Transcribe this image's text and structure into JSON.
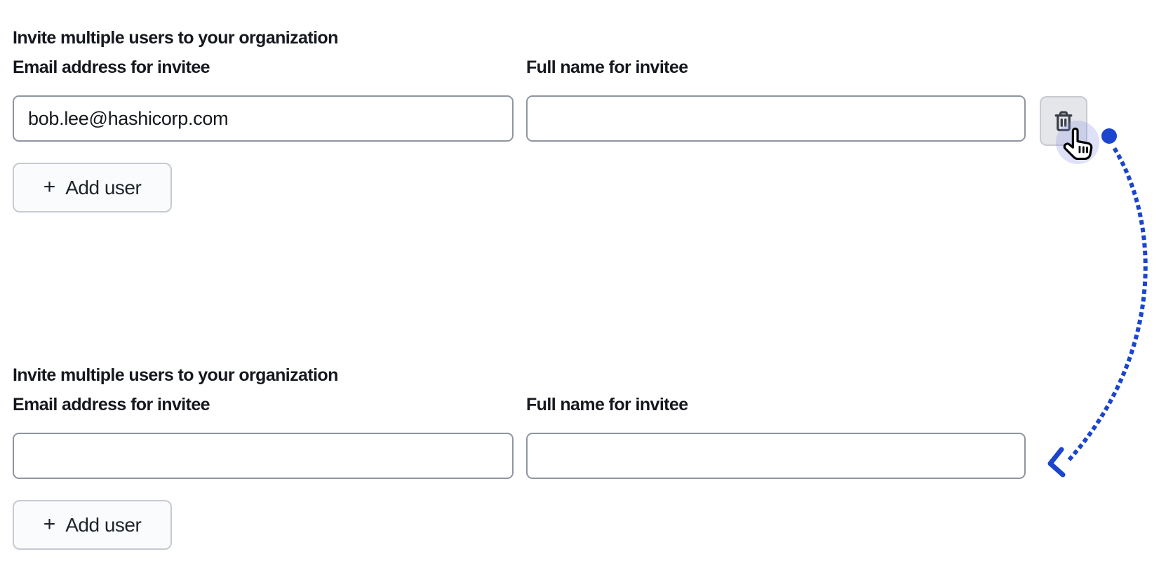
{
  "colors": {
    "accent_blue": "#1b45cc",
    "text": "#15181e",
    "input_border": "#8f95a1",
    "control_border": "#c7cad1",
    "control_bg": "#fafbfc",
    "delete_bg": "#e5e6ea",
    "icon": "#3a3e46",
    "halo": "rgba(137,148,226,0.28)"
  },
  "annotation": {
    "cursor_icon": "hand-pointer-icon",
    "connector": "dotted-arrow from delete button to second form"
  },
  "panels": [
    {
      "heading": "Invite multiple users to your organization",
      "fields": [
        {
          "label": "Email address for invitee",
          "value": "bob.lee@hashicorp.com",
          "placeholder": ""
        },
        {
          "label": "Full name for invitee",
          "value": "",
          "placeholder": ""
        }
      ],
      "delete_button": {
        "icon": "trash-icon"
      },
      "add_button": {
        "icon": "plus-icon",
        "plus_glyph": "+",
        "label": "Add user"
      }
    },
    {
      "heading": "Invite multiple users to your organization",
      "fields": [
        {
          "label": "Email address for invitee",
          "value": "",
          "placeholder": ""
        },
        {
          "label": "Full name for invitee",
          "value": "",
          "placeholder": ""
        }
      ],
      "add_button": {
        "icon": "plus-icon",
        "plus_glyph": "+",
        "label": "Add user"
      }
    }
  ]
}
